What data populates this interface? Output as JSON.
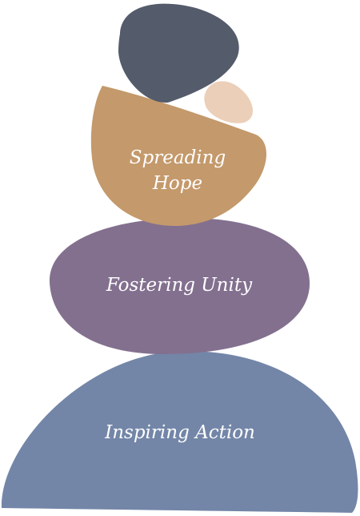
{
  "stones": {
    "action": {
      "label": "Inspiring Action",
      "color": "#7386a8"
    },
    "unity": {
      "label": "Fostering Unity",
      "color": "#83708f"
    },
    "hope": {
      "label_lines": [
        "Spreading",
        "Hope"
      ],
      "color": "#c4996b"
    },
    "top_dark": {
      "color": "#545b6b"
    },
    "pebble": {
      "color": "#eccfb9"
    }
  }
}
